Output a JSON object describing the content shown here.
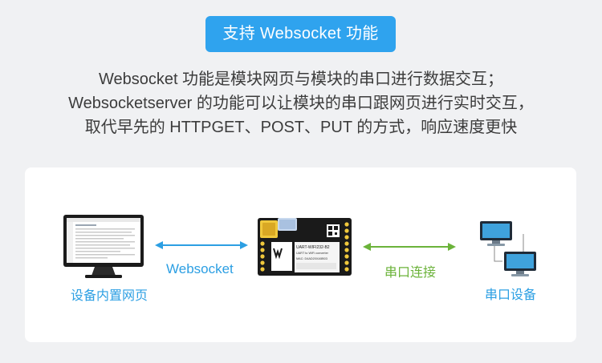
{
  "header": {
    "badge_label": "支持 Websocket 功能"
  },
  "description": {
    "line1": "Websocket 功能是模块网页与模块的串口进行数据交互；",
    "line2": "Websocketserver 的功能可以让模块的串口跟网页进行实时交互，",
    "line3": "取代早先的 HTTPGET、POST、PUT 的方式，响应速度更快"
  },
  "diagram": {
    "left_label": "设备内置网页",
    "left_link_label": "Websocket",
    "right_link_label": "串口连接",
    "right_label": "串口设备",
    "module_text": {
      "model": "UART-WIFI232-B2",
      "subtitle": "UART to WiFi converter",
      "mac": "MAC: D4AD20XA5B03"
    },
    "colors": {
      "blue": "#2c9fe3",
      "green": "#6bb33a",
      "badge": "#2fa3ee"
    },
    "icons": [
      "monitor-webpage-icon",
      "wifi-module-icon",
      "serial-computers-icon"
    ]
  }
}
